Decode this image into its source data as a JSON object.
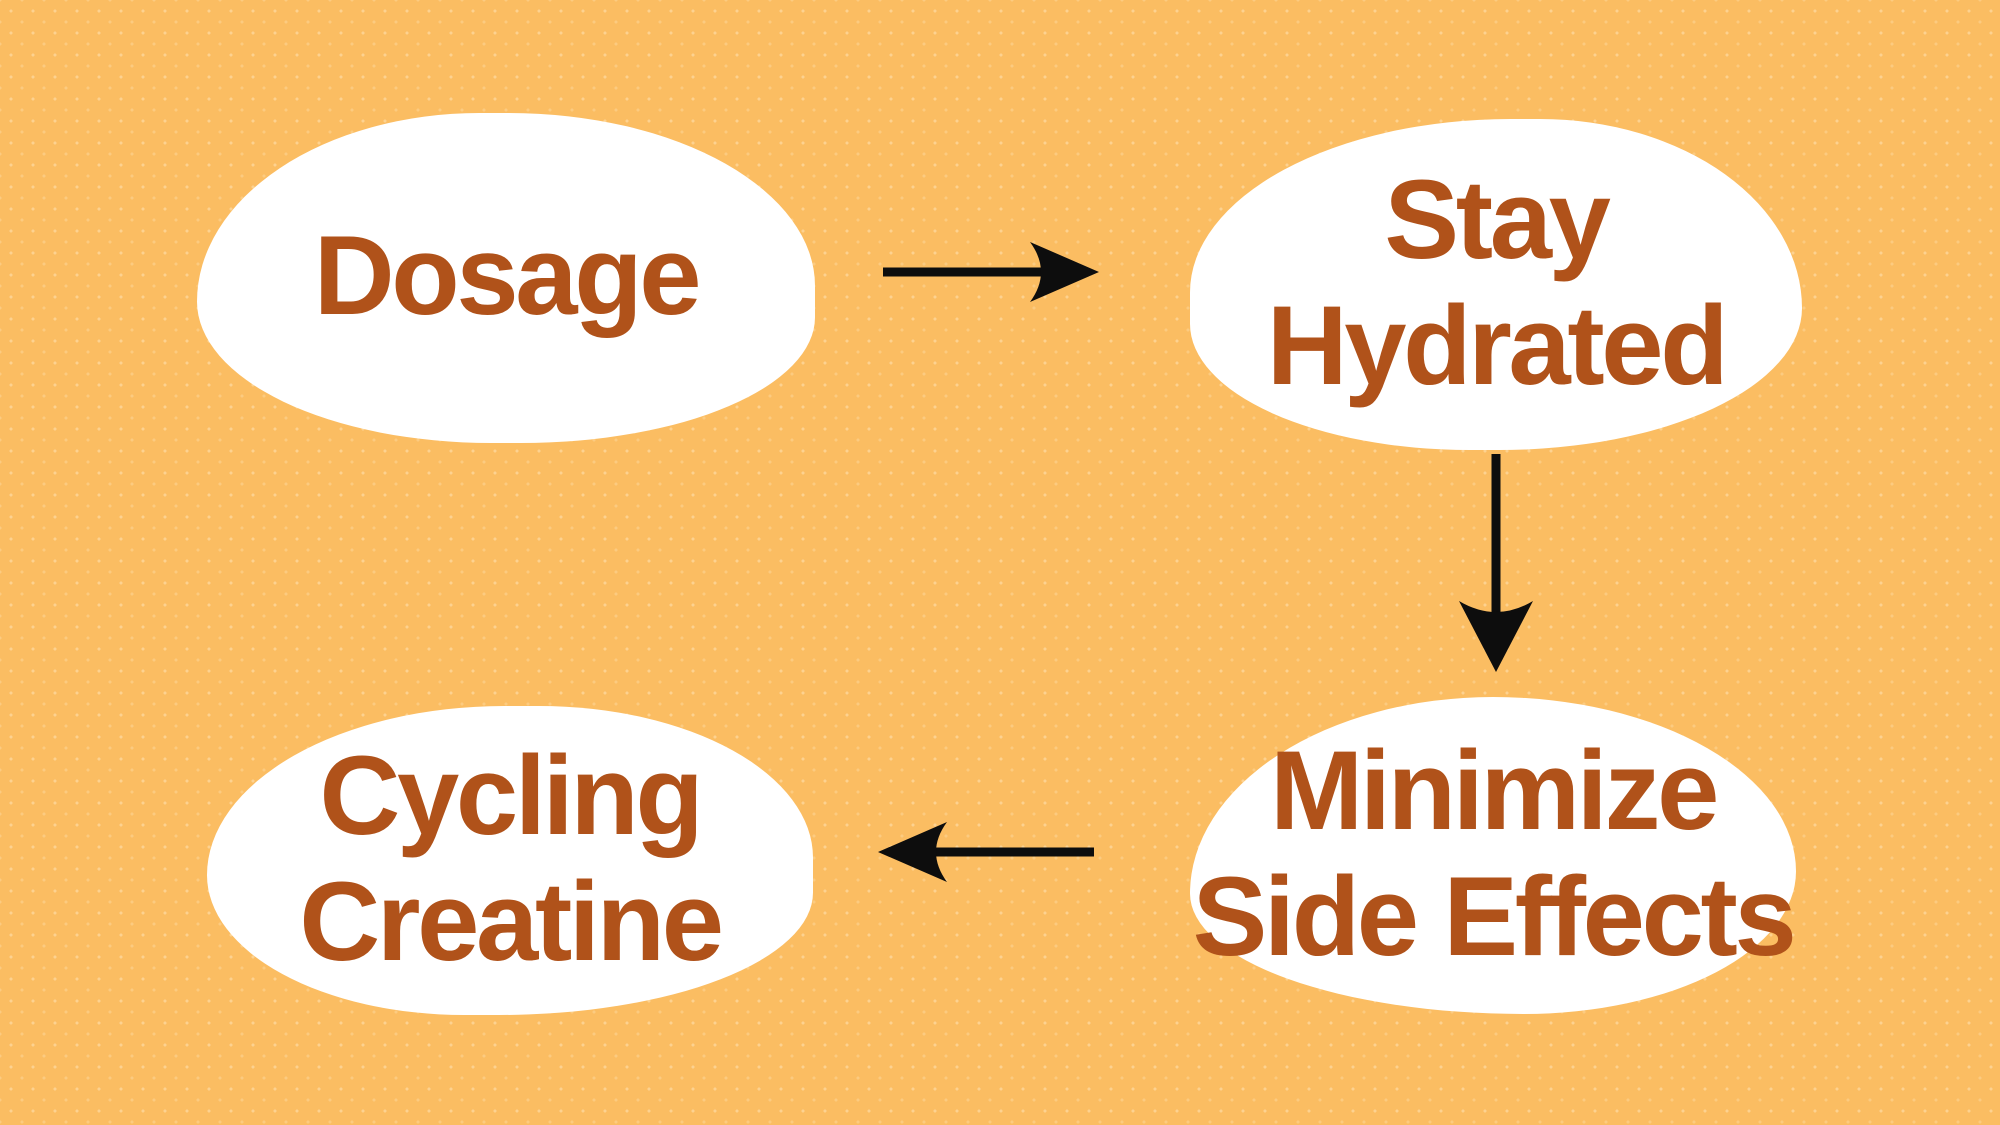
{
  "canvas": {
    "background_color": "#FBBD62",
    "node_fill_color": "#FFFFFF",
    "label_color": "#B0521A",
    "arrow_color": "#0D0D0D"
  },
  "diagram": {
    "type": "flow",
    "nodes": [
      {
        "id": "dosage",
        "label": "Dosage"
      },
      {
        "id": "stay-hydrated",
        "label": "Stay\nHydrated"
      },
      {
        "id": "minimize-side-effects",
        "label": "Minimize\nSide Effects"
      },
      {
        "id": "cycling-creatine",
        "label": "Cycling\nCreatine"
      }
    ],
    "arrows": [
      {
        "id": "dosage-to-stay-hydrated",
        "from": "dosage",
        "to": "stay-hydrated",
        "direction": "right"
      },
      {
        "id": "stay-hydrated-to-minimize-side-effects",
        "from": "stay-hydrated",
        "to": "minimize-side-effects",
        "direction": "down"
      },
      {
        "id": "minimize-side-effects-to-cycling-creatine",
        "from": "minimize-side-effects",
        "to": "cycling-creatine",
        "direction": "left"
      }
    ]
  }
}
